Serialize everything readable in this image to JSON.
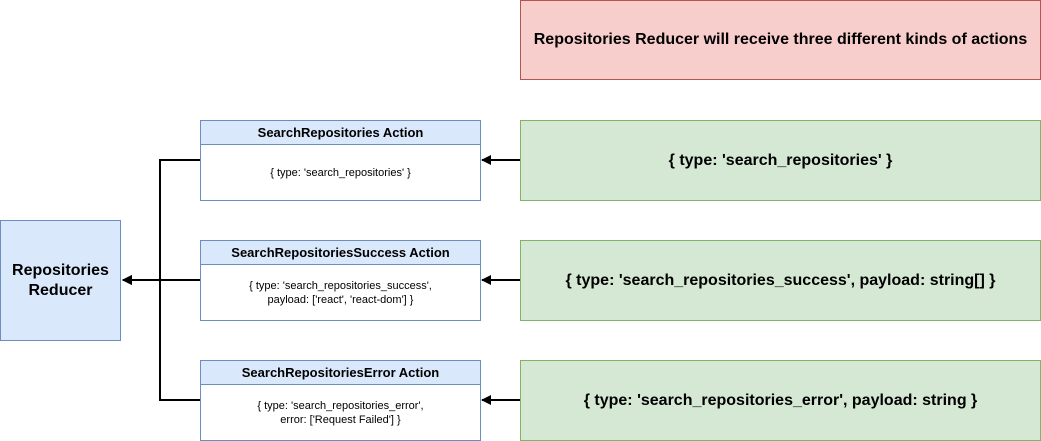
{
  "note": {
    "text": "Repositories Reducer will receive three different kinds of actions"
  },
  "reducer": {
    "line1": "Repositories",
    "line2": "Reducer"
  },
  "actions": [
    {
      "title": "SearchRepositories Action",
      "body_lines": [
        "{ type: 'search_repositories' }"
      ]
    },
    {
      "title": "SearchRepositoriesSuccess Action",
      "body_lines": [
        "{ type: 'search_repositories_success',",
        "payload: ['react', 'react-dom'] }"
      ]
    },
    {
      "title": "SearchRepositoriesError Action",
      "body_lines": [
        "{ type: 'search_repositories_error',",
        "error: ['Request Failed'] }"
      ]
    }
  ],
  "types": [
    {
      "text": "{ type: 'search_repositories' }"
    },
    {
      "text": "{ type: 'search_repositories_success', payload: string[] }"
    },
    {
      "text": "{ type: 'search_repositories_error', payload: string }"
    }
  ],
  "colors": {
    "note_fill": "#f8cecc",
    "note_stroke": "#b85450",
    "blue_fill": "#dae8fc",
    "blue_stroke": "#6c8ebf",
    "green_fill": "#d5e8d4",
    "green_stroke": "#82b366",
    "connector": "#000000"
  }
}
